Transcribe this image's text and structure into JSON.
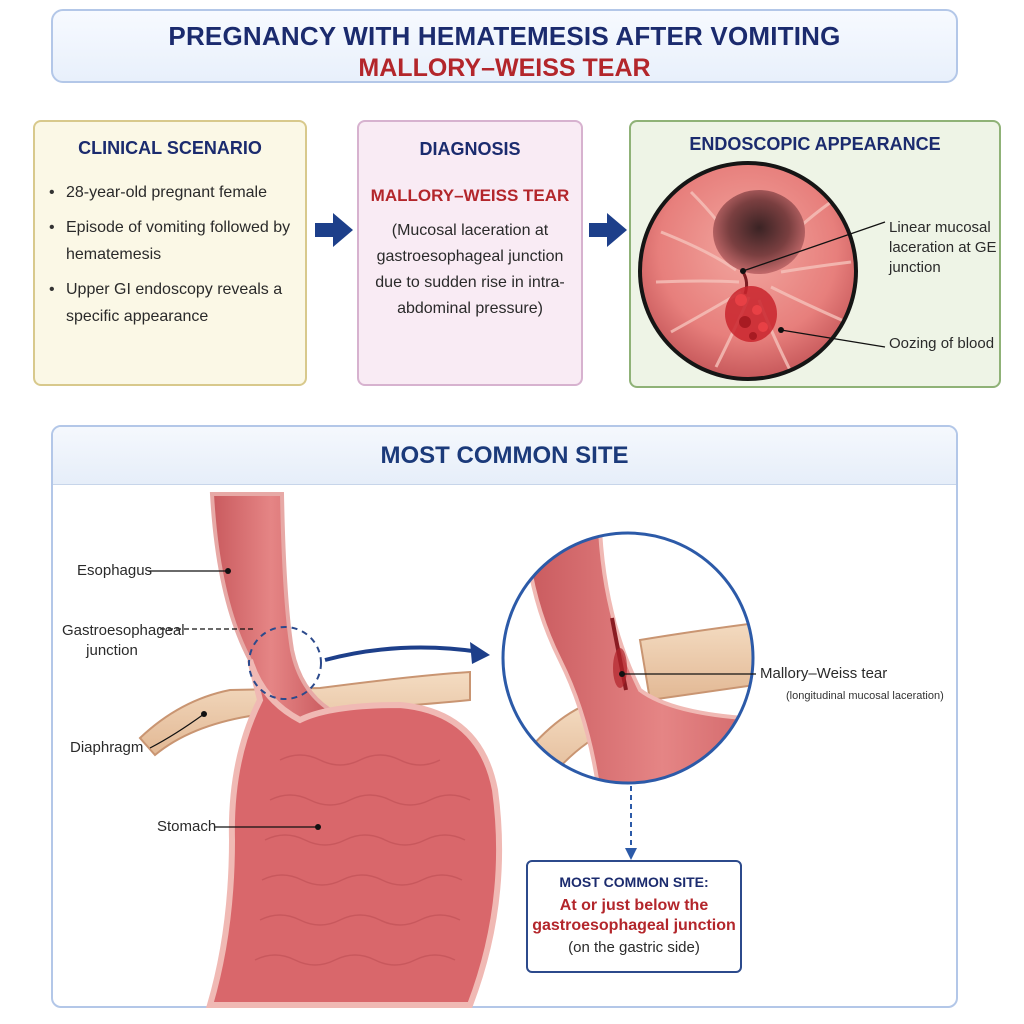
{
  "header": {
    "title": "PREGNANCY WITH HEMATEMESIS AFTER VOMITING",
    "subtitle": "MALLORY–WEISS TEAR"
  },
  "clinical": {
    "title": "CLINICAL SCENARIO",
    "items": [
      "28-year-old pregnant female",
      "Episode of vomiting followed by hematemesis",
      "Upper GI endoscopy reveals a specific appearance"
    ]
  },
  "diagnosis": {
    "title": "DIAGNOSIS",
    "name": "MALLORY–WEISS TEAR",
    "description": "(Mucosal laceration at gastroesophageal junction due to sudden rise in intra-abdominal pressure)"
  },
  "endoscopy": {
    "title": "ENDOSCOPIC APPEARANCE",
    "label_laceration": "Linear mucosal laceration at GE junction",
    "label_oozing": "Oozing of blood"
  },
  "site": {
    "title": "MOST COMMON SITE",
    "label_esophagus": "Esophagus",
    "label_ge_junction": "Gastroesophageal junction",
    "label_diaphragm": "Diaphragm",
    "label_stomach": "Stomach",
    "label_tear": "Mallory–Weiss tear",
    "label_tear_note": "(longitudinal mucosal laceration)",
    "callout_title": "MOST COMMON SITE:",
    "callout_site": "At or just below the gastroesophageal junction",
    "callout_note": "(on the gastric side)"
  },
  "colors": {
    "navy": "#1b2b6e",
    "red": "#b3262b",
    "tissue": "#d9676b"
  }
}
